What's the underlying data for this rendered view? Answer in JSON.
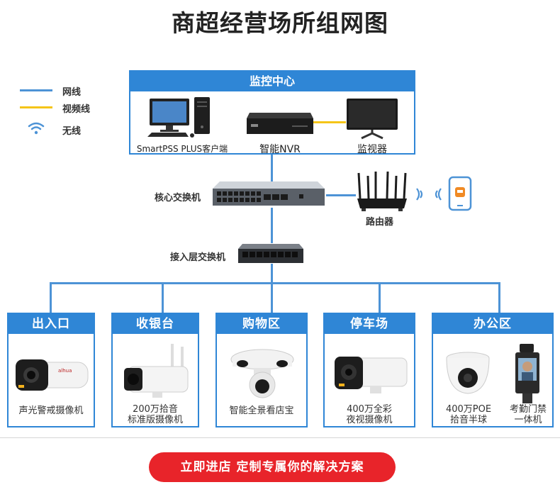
{
  "title": "商超经营场所组网图",
  "legend": [
    {
      "label": "网线",
      "color": "#4d93d6"
    },
    {
      "label": "视频线",
      "color": "#f5c518"
    },
    {
      "label": "无线",
      "icon": "wifi-icon"
    }
  ],
  "center": {
    "title": "监控中心",
    "devices": {
      "pc": "SmartPSS PLUS客户端",
      "nvr": "智能NVR",
      "monitor": "监视器"
    }
  },
  "network": {
    "core_switch": "核心交换机",
    "access_switch": "接入层交换机",
    "router": "路由器",
    "phone_icon": "smartphone-icon"
  },
  "zones": [
    {
      "title": "出入口",
      "label_lines": [
        "声光警戒摄像机"
      ]
    },
    {
      "title": "收银台",
      "label_lines": [
        "200万拾音",
        "标准版摄像机"
      ]
    },
    {
      "title": "购物区",
      "label_lines": [
        "智能全景看店宝"
      ]
    },
    {
      "title": "停车场",
      "label_lines": [
        "400万全彩",
        "夜视摄像机"
      ]
    },
    {
      "title": "办公区",
      "cams": [
        {
          "label_lines": [
            "400万POE",
            "拾音半球"
          ]
        },
        {
          "label_lines": [
            "考勤门禁",
            "一体机"
          ]
        }
      ]
    }
  ],
  "cta": "立即进店  定制专属你的解决方案",
  "colors": {
    "accent": "#2f86d6",
    "cta": "#e8242a",
    "video_line": "#f5c518"
  }
}
